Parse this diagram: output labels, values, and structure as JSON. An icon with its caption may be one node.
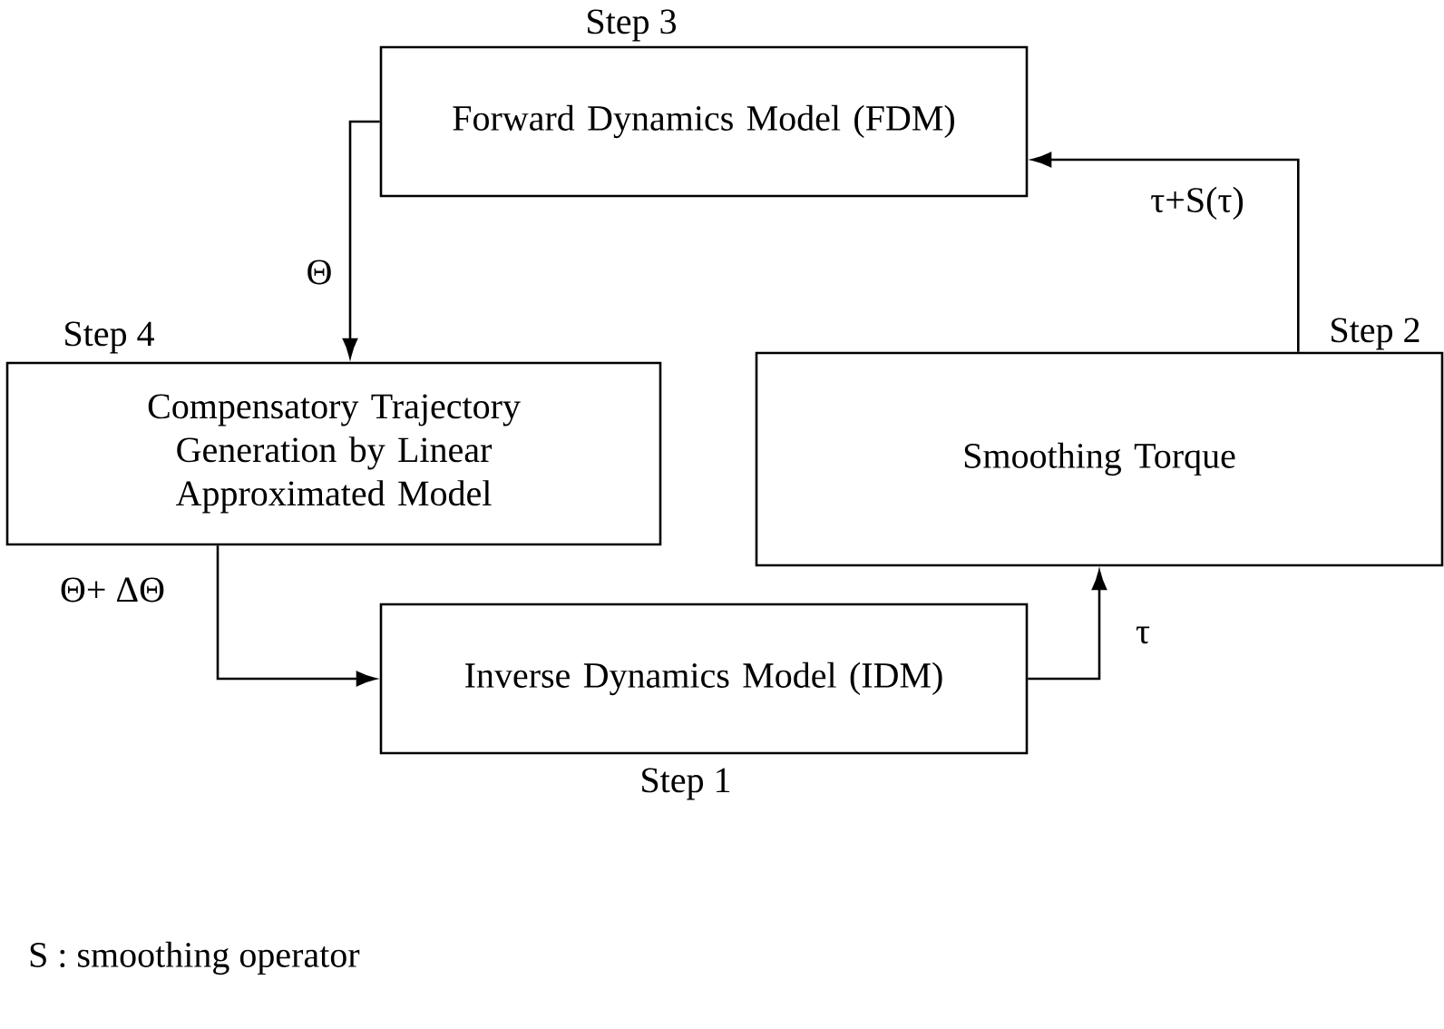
{
  "diagram": {
    "nodes": [
      {
        "text": [
          "Forward Dynamics Model (FDM)"
        ],
        "beside": [
          "Step 3"
        ]
      },
      {
        "text": [
          "Compensatory Trajectory Generation by Linear Approximated Model"
        ],
        "beside": [
          "Step 4"
        ]
      },
      {
        "text": [
          "Smoothing Torque"
        ],
        "beside": [
          "Step 2"
        ]
      },
      {
        "text": [
          "Inverse Dynamics Model (IDM)"
        ],
        "beside": [
          "Step 1"
        ]
      }
    ],
    "edges": [
      {
        "from": 0,
        "to": 1,
        "arrow": "to",
        "label": "Θ"
      },
      {
        "from": 1,
        "to": 3,
        "arrow": "to",
        "label": "Θ+ ΔΘ"
      },
      {
        "from": 3,
        "to": 2,
        "arrow": "to",
        "label": "τ"
      },
      {
        "from": 2,
        "to": 0,
        "arrow": "to",
        "label": "τ+S(τ)"
      }
    ],
    "labels": [
      "S : smoothing operator"
    ]
  }
}
